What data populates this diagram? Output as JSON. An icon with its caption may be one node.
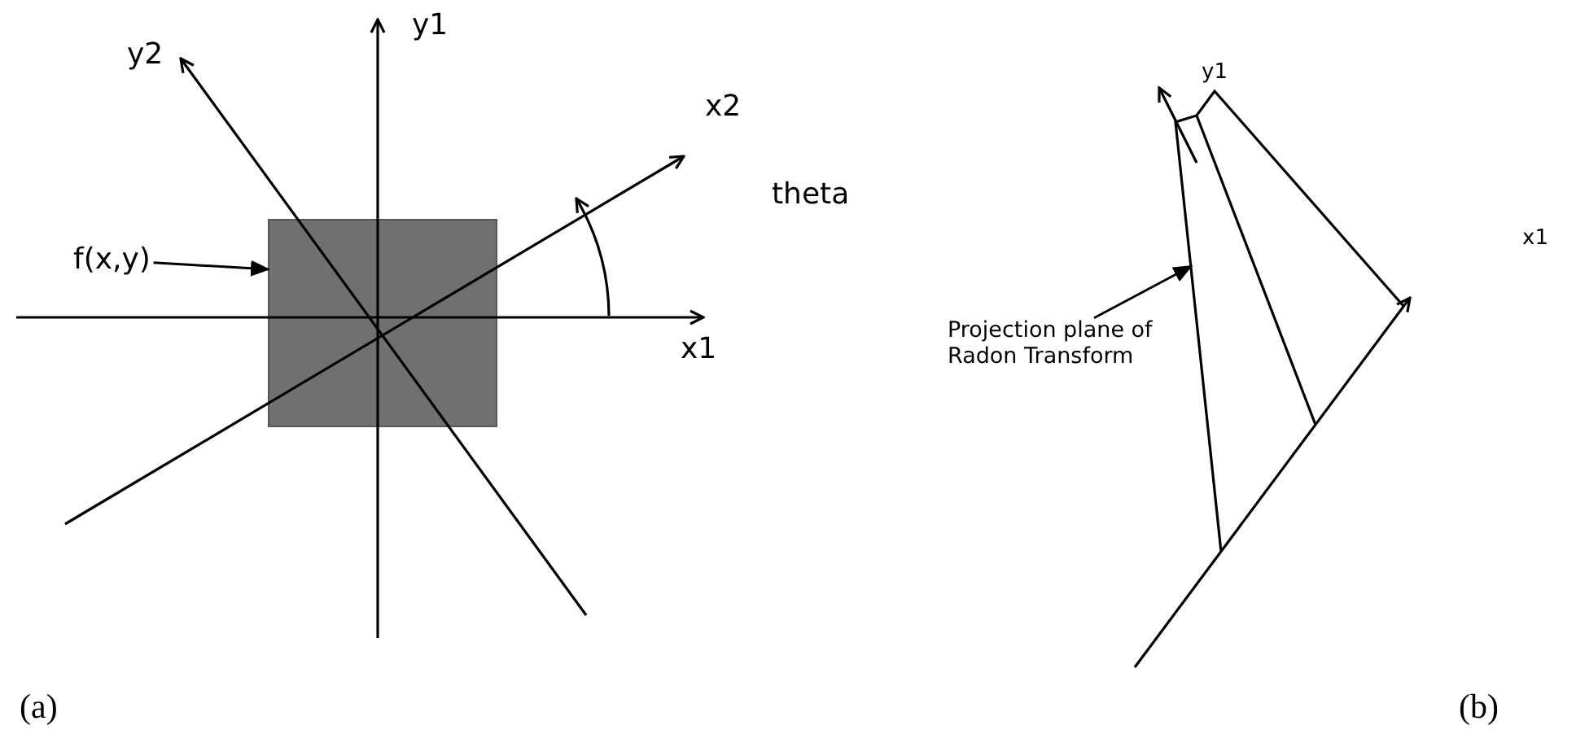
{
  "diagram": {
    "nodes": [
      {
        "text": [
          "f(x,y)"
        ]
      },
      {
        "text": [],
        "shape": "box"
      },
      {
        "text": [
          "Projection plane of Radon Transform"
        ]
      },
      {
        "text": [],
        "shape": "picture"
      }
    ],
    "edges": [
      {
        "from": 0,
        "to": 1,
        "arrow": "to"
      },
      {
        "from": 2,
        "to": 3,
        "arrow": "to"
      }
    ],
    "labels": [
      "y2",
      "y1",
      "x2",
      "theta",
      "x1",
      "y1",
      "x1",
      "(a)",
      "(b)"
    ]
  }
}
